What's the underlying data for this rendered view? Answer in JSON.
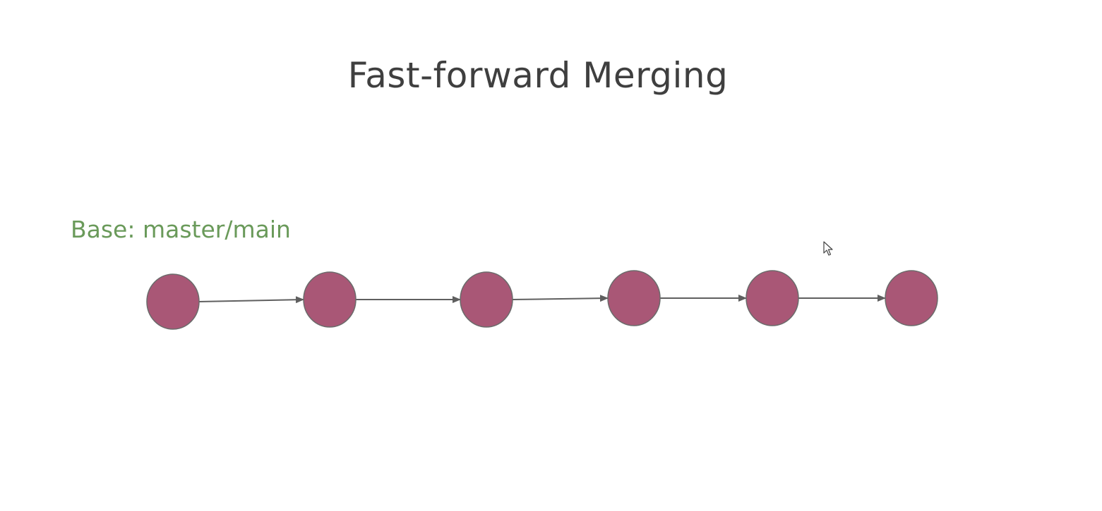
{
  "slide": {
    "title": "Fast-forward Merging",
    "branch_label": "Base: master/main",
    "colors": {
      "title": "#3f3f3f",
      "branch_label": "#6a9a5a",
      "commit_fill": "#a95776",
      "commit_stroke": "#6b6b6b",
      "edge": "#5f5f5f"
    }
  },
  "graph": {
    "commits": [
      {
        "id": "c1"
      },
      {
        "id": "c2"
      },
      {
        "id": "c3"
      },
      {
        "id": "c4"
      },
      {
        "id": "c5"
      },
      {
        "id": "c6"
      }
    ],
    "edges": [
      {
        "from": "c1",
        "to": "c2"
      },
      {
        "from": "c2",
        "to": "c3"
      },
      {
        "from": "c3",
        "to": "c4"
      },
      {
        "from": "c4",
        "to": "c5"
      },
      {
        "from": "c5",
        "to": "c6"
      }
    ]
  },
  "cursor": {
    "icon": "mouse-pointer-icon"
  }
}
